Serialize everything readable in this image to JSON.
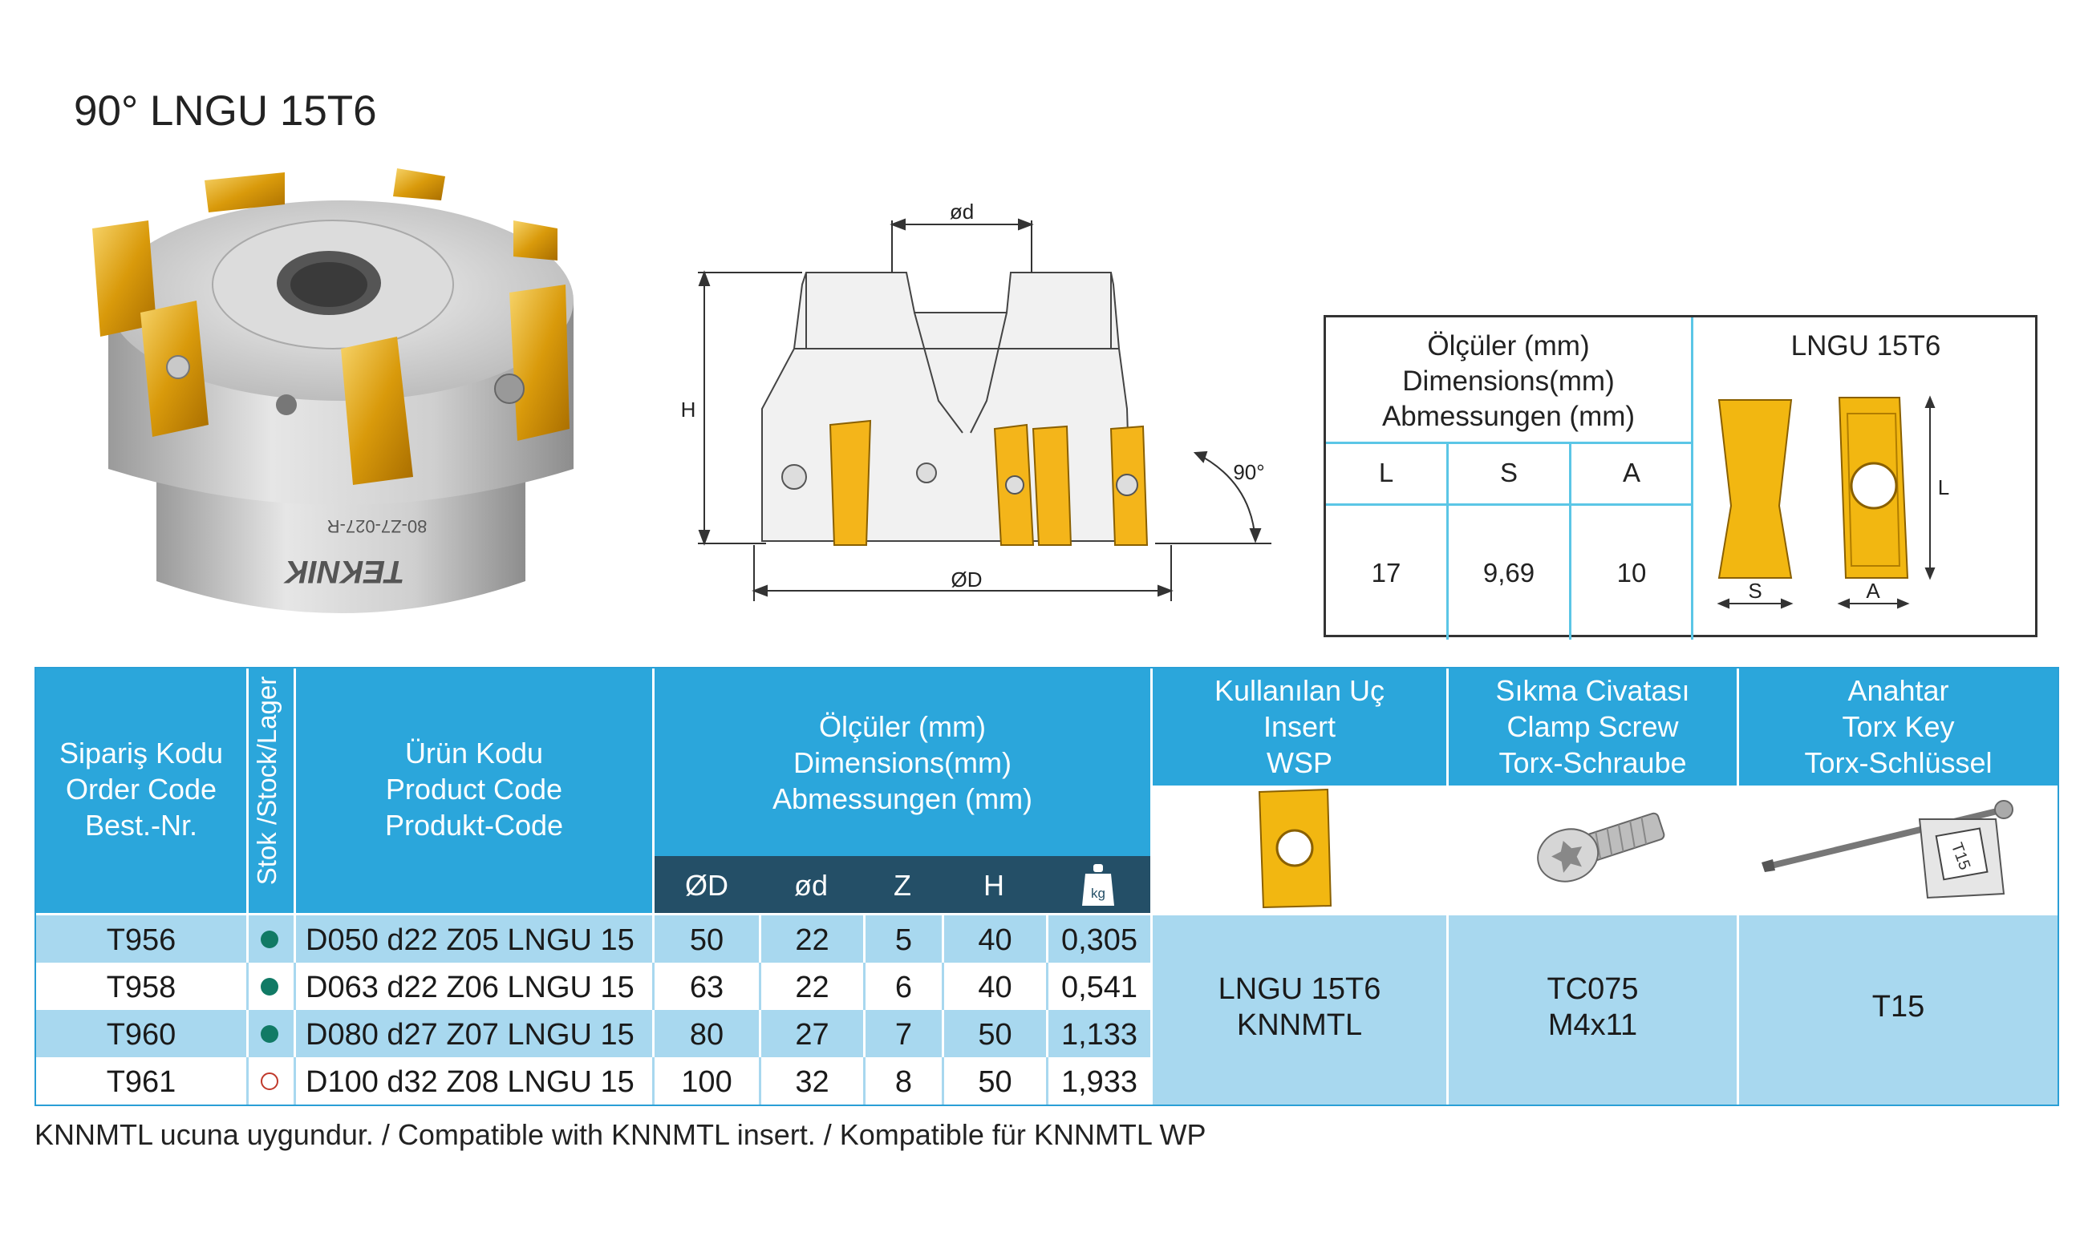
{
  "title": "90° LNGU 15T6",
  "product_image": {
    "brand_text": "TEKNIK",
    "engraving": "80-Z7-027-R"
  },
  "drawing": {
    "label_d": "ød",
    "label_H": "H",
    "label_D": "ØD",
    "label_angle": "90°"
  },
  "dimensions_box": {
    "header_lines": [
      "Ölçüler (mm)",
      "Dimensions(mm)",
      "Abmessungen (mm)"
    ],
    "insert_title": "LNGU 15T6",
    "columns": [
      "L",
      "S",
      "A"
    ],
    "values": [
      "17",
      "9,69",
      "10"
    ],
    "insert_labels": {
      "s": "S",
      "a": "A",
      "l": "L"
    }
  },
  "table": {
    "col_order_code": [
      "Sipariş Kodu",
      "Order Code",
      "Best.-Nr."
    ],
    "col_stock": "Stok /Stock/Lager",
    "col_product_code": [
      "Ürün Kodu",
      "Product Code",
      "Produkt-Code"
    ],
    "col_dimensions": [
      "Ölçüler (mm)",
      "Dimensions(mm)",
      "Abmessungen (mm)"
    ],
    "sub_columns": [
      "ØD",
      "ød",
      "Z",
      "H"
    ],
    "weight_icon_text": "kg",
    "col_insert": [
      "Kullanılan Uç",
      "Insert",
      "WSP"
    ],
    "col_screw": [
      "Sıkma Civatası",
      "Clamp Screw",
      "Torx-Schraube"
    ],
    "col_key": [
      "Anahtar",
      "Torx Key",
      "Torx-Schlüssel"
    ],
    "key_image_text": "T15",
    "rows": [
      {
        "order_code": "T956",
        "stock": "in-stock",
        "product_code": "D050 d22 Z05 LNGU 15",
        "D": "50",
        "d": "22",
        "Z": "5",
        "H": "40",
        "kg": "0,305"
      },
      {
        "order_code": "T958",
        "stock": "in-stock",
        "product_code": "D063 d22 Z06 LNGU 15",
        "D": "63",
        "d": "22",
        "Z": "6",
        "H": "40",
        "kg": "0,541"
      },
      {
        "order_code": "T960",
        "stock": "in-stock",
        "product_code": "D080 d27 Z07 LNGU 15",
        "D": "80",
        "d": "27",
        "Z": "7",
        "H": "50",
        "kg": "1,133"
      },
      {
        "order_code": "T961",
        "stock": "on-order",
        "product_code": "D100 d32 Z08 LNGU 15",
        "D": "100",
        "d": "32",
        "Z": "8",
        "H": "50",
        "kg": "1,933"
      }
    ],
    "insert_value": [
      "LNGU 15T6",
      "KNNMTL"
    ],
    "screw_value": [
      "TC075",
      "M4x11"
    ],
    "key_value": "T15"
  },
  "colors": {
    "header_blue": "#2ba6db",
    "dark_band": "#244f67",
    "row_light": "#a8d8ef",
    "in_stock": "#117a65",
    "on_order": "#c0392b",
    "insert_gold": "#f2b711"
  },
  "footnote": "KNNMTL ucuna uygundur. / Compatible with KNNMTL insert. / Kompatible für KNNMTL WP"
}
